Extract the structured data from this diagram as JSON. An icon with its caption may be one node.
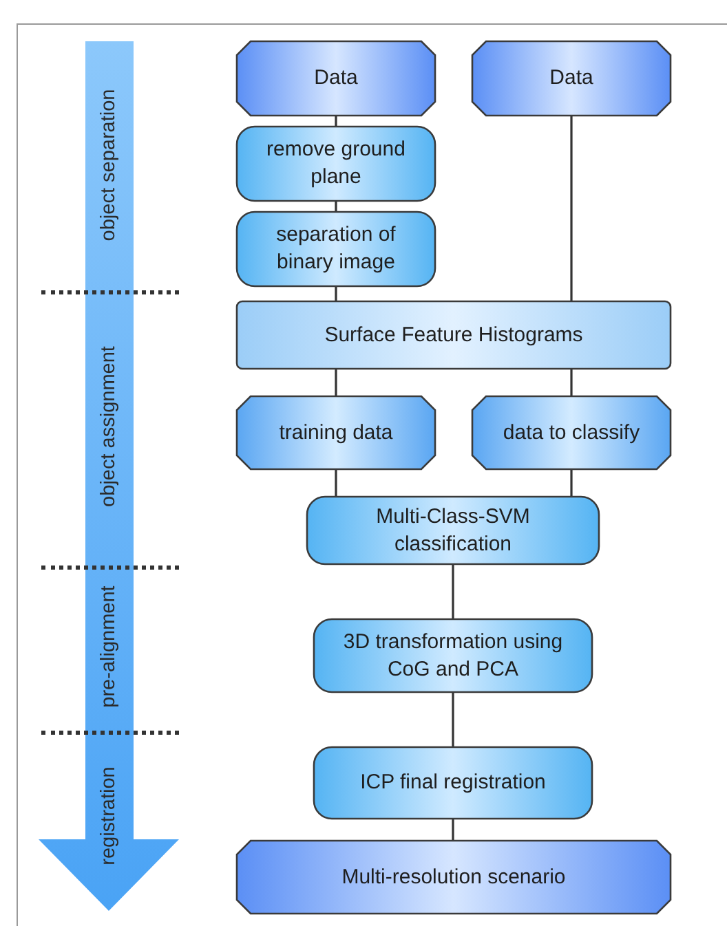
{
  "diagram": {
    "nodes": [
      {
        "text": [
          "Data"
        ]
      },
      {
        "text": [
          "Data"
        ]
      },
      {
        "text": [
          "remove ground plane"
        ]
      },
      {
        "text": [
          "separation of binary image"
        ]
      },
      {
        "text": [
          "Surface Feature Histograms"
        ]
      },
      {
        "text": [
          "training data"
        ]
      },
      {
        "text": [
          "data to classify"
        ]
      },
      {
        "text": [
          "Multi-Class-SVM classification"
        ]
      },
      {
        "text": [
          "3D transformation using CoG and PCA"
        ]
      },
      {
        "text": [
          "ICP final registration"
        ]
      },
      {
        "text": [
          "Multi-resolution scenario"
        ]
      }
    ],
    "edges": [
      {
        "from": 0,
        "to": 2,
        "arrow": "none"
      },
      {
        "from": 2,
        "to": 3,
        "arrow": "none"
      },
      {
        "from": 3,
        "to": 4,
        "arrow": "none"
      },
      {
        "from": 1,
        "to": 4,
        "arrow": "none"
      },
      {
        "from": 4,
        "to": 5,
        "arrow": "none"
      },
      {
        "from": 4,
        "to": 6,
        "arrow": "none"
      },
      {
        "from": 5,
        "to": 7,
        "arrow": "none"
      },
      {
        "from": 6,
        "to": 7,
        "arrow": "none"
      },
      {
        "from": 7,
        "to": 8,
        "arrow": "none"
      },
      {
        "from": 8,
        "to": 9,
        "arrow": "none"
      },
      {
        "from": 9,
        "to": 10,
        "arrow": "none"
      }
    ],
    "labels": [
      "object separation",
      "object assignment",
      "pre-alignment",
      "registration"
    ]
  }
}
